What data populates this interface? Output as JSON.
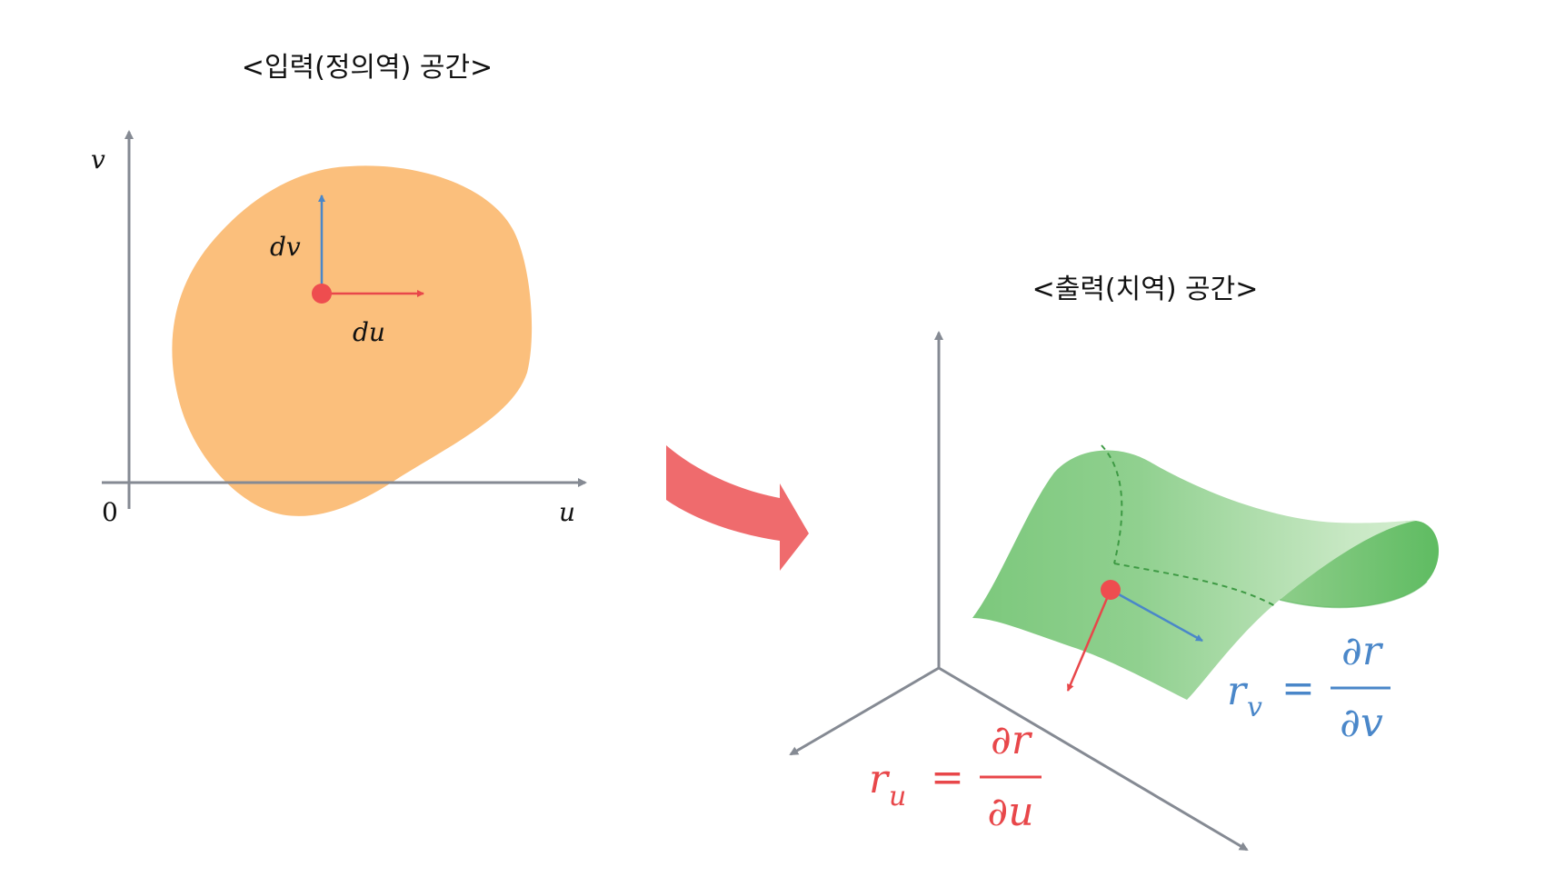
{
  "input_space": {
    "title": "<입력(정의역) 공간>",
    "axis_u": "u",
    "axis_v": "v",
    "origin": "0",
    "du_label": "du",
    "dv_label": "dv"
  },
  "output_space": {
    "title": "<출력(치역) 공간>",
    "ru": {
      "lhs": "r",
      "sub": "u",
      "eq": "=",
      "num": "∂r",
      "den": "∂u"
    },
    "rv": {
      "lhs": "r",
      "sub": "v",
      "eq": "=",
      "num": "∂r",
      "den": "∂v"
    }
  },
  "colors": {
    "axis": "#858a93",
    "region_fill": "#fbbf7c",
    "point": "#ee4d4f",
    "du_arrow": "#e8474a",
    "dv_arrow": "#4a87c9",
    "surface_green": "#6cc26e",
    "mapping_arrow": "#ef6b6d",
    "ru_text": "#e8474a",
    "rv_text": "#4a87c9"
  }
}
